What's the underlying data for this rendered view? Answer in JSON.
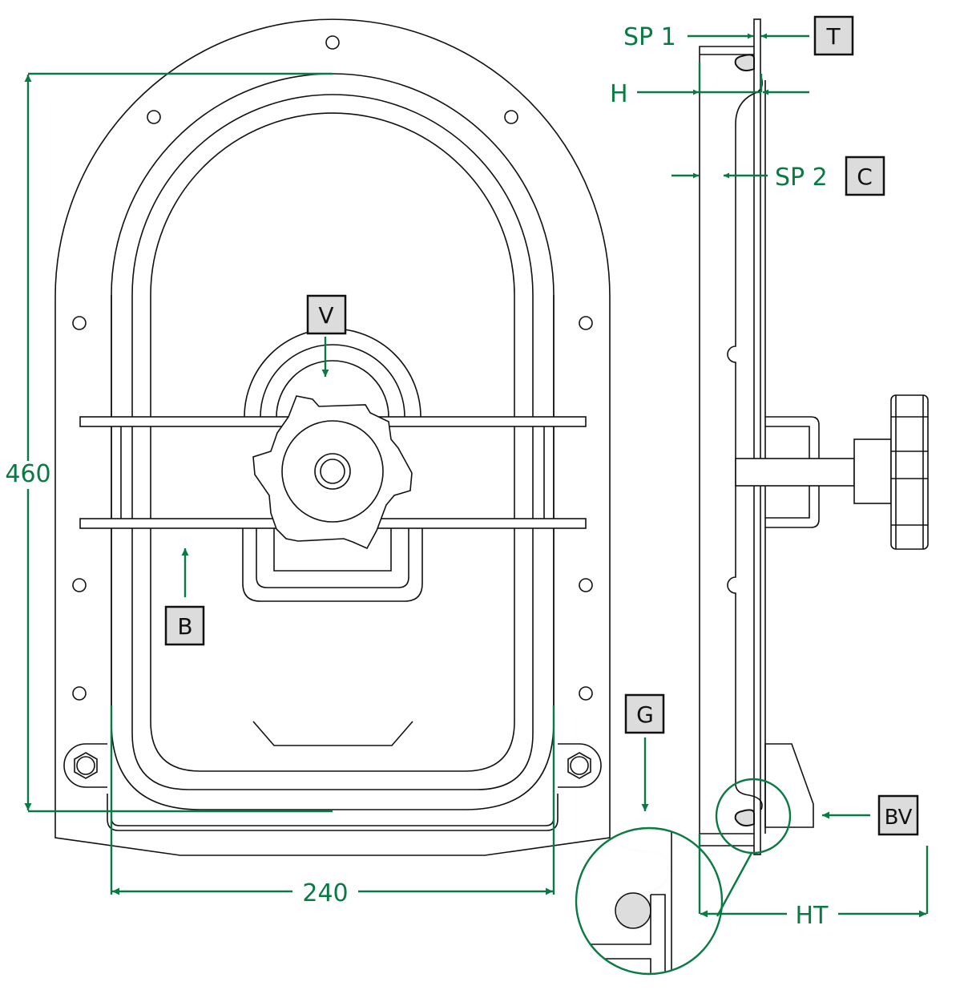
{
  "diagram": {
    "colors": {
      "dimension": "#0a7a45",
      "line": "#111111",
      "label_box": "#dcdcdc"
    },
    "dimensions": {
      "height": "460",
      "width": "240"
    },
    "side_labels": {
      "sp1": "SP 1",
      "h": "H",
      "sp2": "SP 2",
      "ht": "HT"
    },
    "boxed_labels": {
      "t": "T",
      "c": "C",
      "v": "V",
      "b": "B",
      "g": "G",
      "bv": "BV"
    }
  }
}
